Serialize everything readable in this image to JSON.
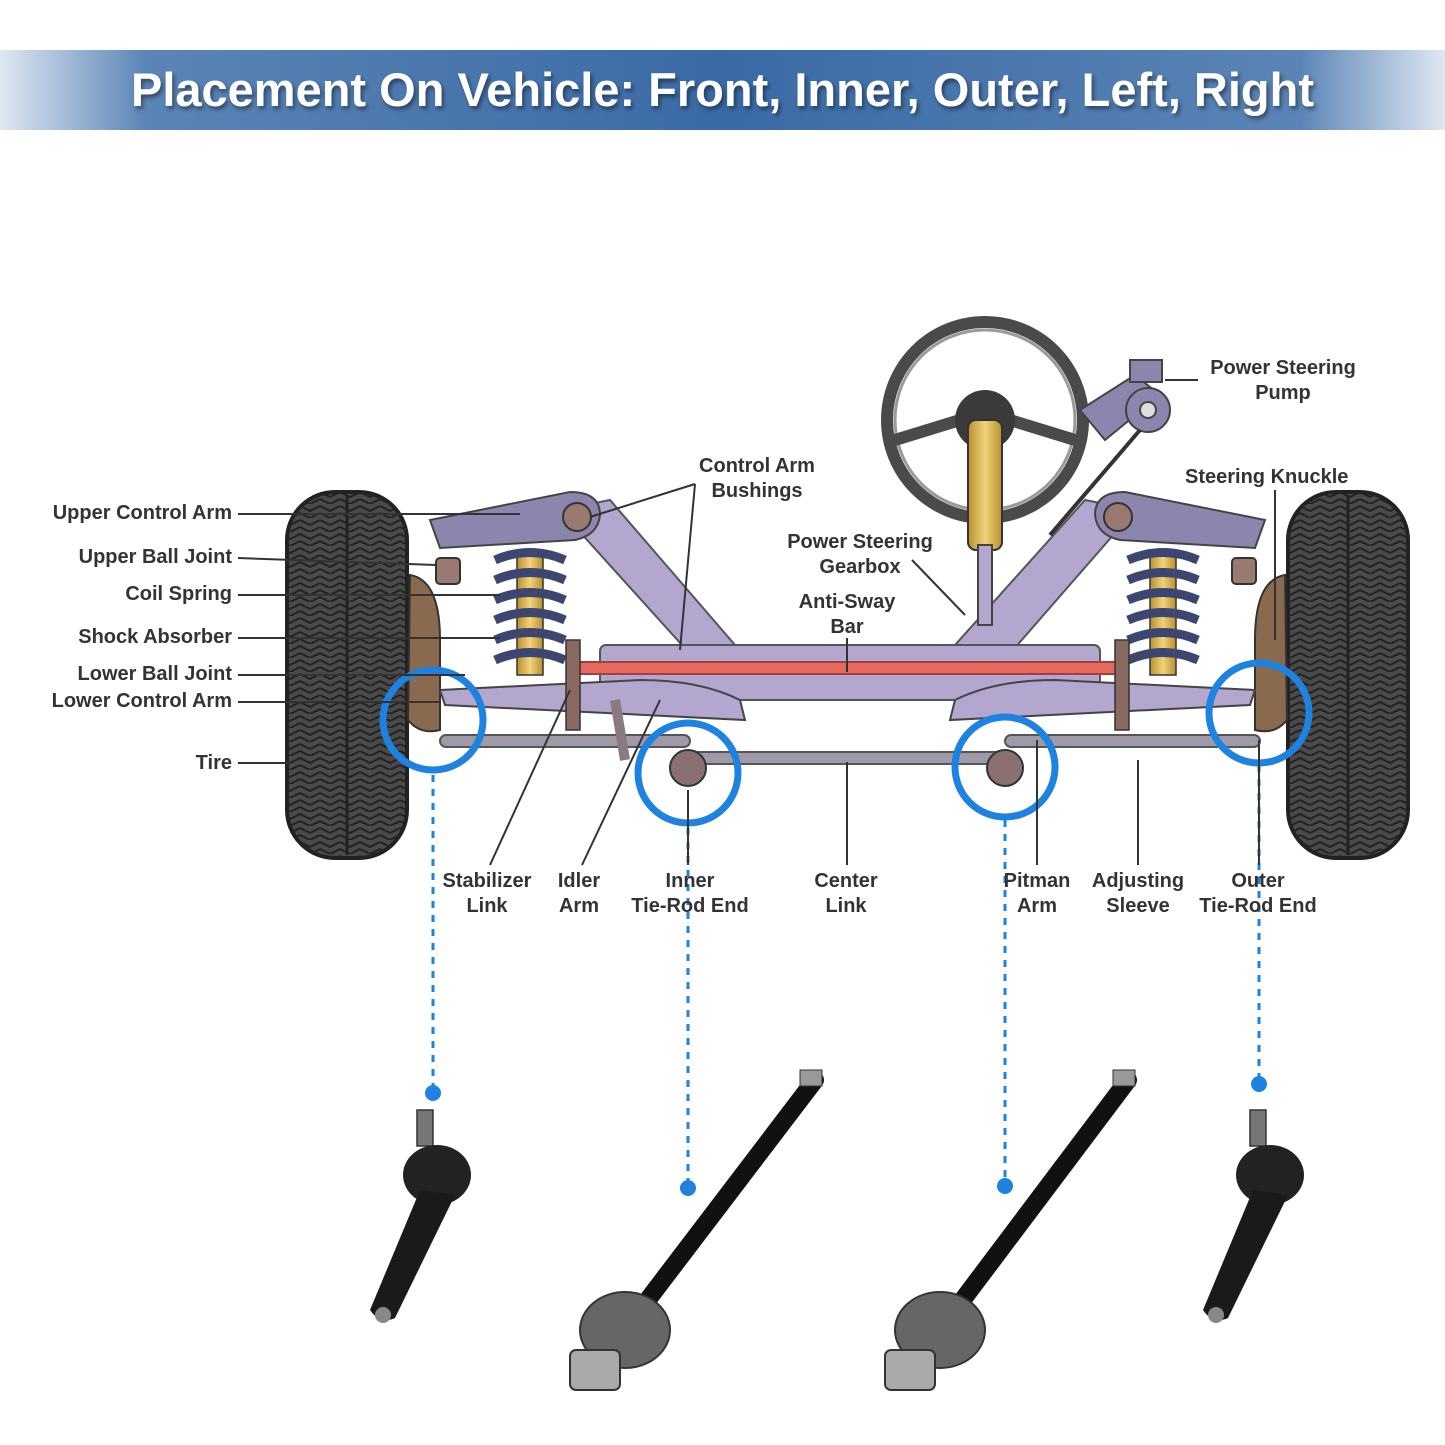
{
  "header": {
    "title": "Placement On Vehicle: Front, Inner, Outer, Left, Right"
  },
  "labels": {
    "upper_control_arm": "Upper Control Arm",
    "upper_ball_joint": "Upper Ball Joint",
    "coil_spring": "Coil Spring",
    "shock_absorber": "Shock Absorber",
    "lower_ball_joint": "Lower Ball Joint",
    "lower_control_arm": "Lower Control Arm",
    "tire": "Tire",
    "control_arm_bushings": [
      "Control Arm",
      "Bushings"
    ],
    "power_steering_gearbox": [
      "Power Steering",
      "Gearbox"
    ],
    "anti_sway_bar": [
      "Anti-Sway",
      "Bar"
    ],
    "power_steering_pump": [
      "Power Steering",
      "Pump"
    ],
    "steering_knuckle": "Steering Knuckle",
    "stabilizer_link": [
      "Stabilizer",
      "Link"
    ],
    "idler_arm": [
      "Idler",
      "Arm"
    ],
    "inner_tie_rod_end": [
      "Inner",
      "Tie-Rod End"
    ],
    "center_link": [
      "Center",
      "Link"
    ],
    "pitman_arm": [
      "Pitman",
      "Arm"
    ],
    "adjusting_sleeve": [
      "Adjusting",
      "Sleeve"
    ],
    "outer_tie_rod_end": [
      "Outer",
      "Tie-Rod End"
    ]
  },
  "colors": {
    "highlight_ring": "#1e82e0",
    "frame": "#a99bc4",
    "sway_bar": "#e86a5e",
    "spring": "#3d4670",
    "shock": "#e9b04a",
    "tire": "#3a3a3a",
    "banner": "#3a6aa6"
  },
  "icons": [
    "steering-wheel-icon",
    "tire-icon",
    "tie-rod-end-icon",
    "inner-tie-rod-icon"
  ]
}
